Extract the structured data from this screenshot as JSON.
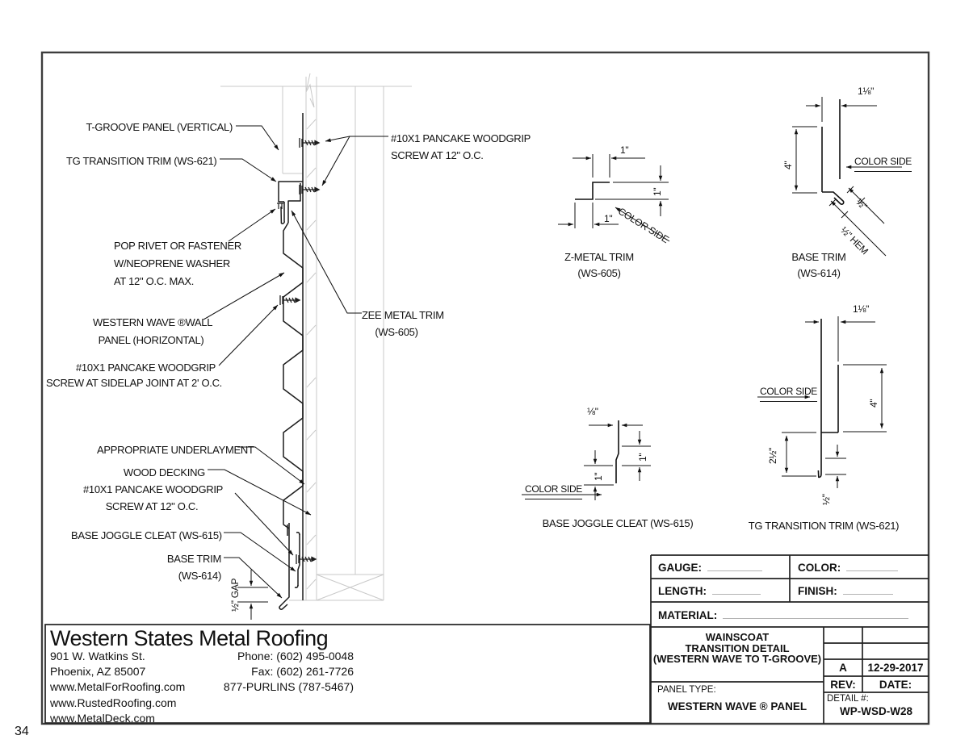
{
  "page": {
    "sheet_number": "34"
  },
  "main_callouts": {
    "t_groove": "T-GROOVE PANEL (VERTICAL)",
    "tg_transition": "TG TRANSITION TRIM (WS-621)",
    "pop_rivet_1": "POP RIVET OR FASTENER",
    "pop_rivet_2": "W/NEOPRENE WASHER",
    "pop_rivet_3": "AT 12\" O.C. MAX.",
    "western_wave_1": "WESTERN WAVE ®WALL",
    "western_wave_2": "PANEL (HORIZONTAL)",
    "sidelap_1": "#10X1 PANCAKE WOODGRIP",
    "sidelap_2": "SCREW AT SIDELAP JOINT AT 2' O.C.",
    "underlayment": "APPROPRIATE UNDERLAYMENT",
    "wood_decking": "WOOD DECKING",
    "pancake_bottom_1": "#10X1 PANCAKE WOODGRIP",
    "pancake_bottom_2": "SCREW AT 12\" O.C.",
    "joggle": "BASE JOGGLE CLEAT (WS-615)",
    "base_trim_1": "BASE TRIM",
    "base_trim_2": "(WS-614)",
    "pancake_top_1": "#10X1 PANCAKE WOODGRIP",
    "pancake_top_2": "SCREW AT 12\" O.C.",
    "zee_1": "ZEE METAL TRIM",
    "zee_2": "(WS-605)",
    "gap_dim": "½\" GAP"
  },
  "profiles": {
    "z_metal": {
      "title_1": "Z-METAL TRIM",
      "title_2": "(WS-605)",
      "dim_top": "1\"",
      "dim_right": "1\"",
      "dim_bottom": "1\"",
      "color_side": "COLOR SIDE"
    },
    "base_trim": {
      "title_1": "BASE TRIM",
      "title_2": "(WS-614)",
      "dim_top": "1⅛\"",
      "dim_left": "4\"",
      "dim_kick": "½\"",
      "dim_hem": "½\" HEM",
      "color_side": "COLOR SIDE"
    },
    "joggle_cleat": {
      "title": "BASE JOGGLE CLEAT (WS-615)",
      "dim_top": "⅛\"",
      "dim_right": "1\"",
      "dim_left": "1\"",
      "color_side": "COLOR SIDE"
    },
    "tg_transition": {
      "title": "TG TRANSITION TRIM (WS-621)",
      "dim_top": "1⅛\"",
      "dim_right": "4\"",
      "dim_left": "2½\"",
      "dim_bottom": "½\"",
      "color_side": "COLOR SIDE"
    }
  },
  "company": {
    "name": "Western States Metal Roofing",
    "address_1": "901 W. Watkins St.",
    "address_2": "Phoenix, AZ 85007",
    "web_1": "www.MetalForRoofing.com",
    "web_2": "www.RustedRoofing.com",
    "web_3": "www.MetalDeck.com",
    "phone": "Phone: (602) 495-0048",
    "fax": "Fax: (602) 261-7726",
    "tollfree": "877-PURLINS (787-5467)"
  },
  "title_block": {
    "gauge_label": "GAUGE:",
    "color_label": "COLOR:",
    "length_label": "LENGTH:",
    "finish_label": "FINISH:",
    "material_label": "MATERIAL:",
    "detail_title_1": "WAINSCOAT",
    "detail_title_2": "TRANSITION DETAIL",
    "detail_title_3": "(WESTERN WAVE TO T-GROOVE)",
    "rev_value": "A",
    "date_value": "12-29-2017",
    "rev_label": "REV:",
    "date_label": "DATE:",
    "panel_type_label": "PANEL TYPE:",
    "panel_type_value": "WESTERN WAVE ® PANEL",
    "detail_no_label": "DETAIL #:",
    "detail_no_value": "WP-WSD-W28"
  }
}
